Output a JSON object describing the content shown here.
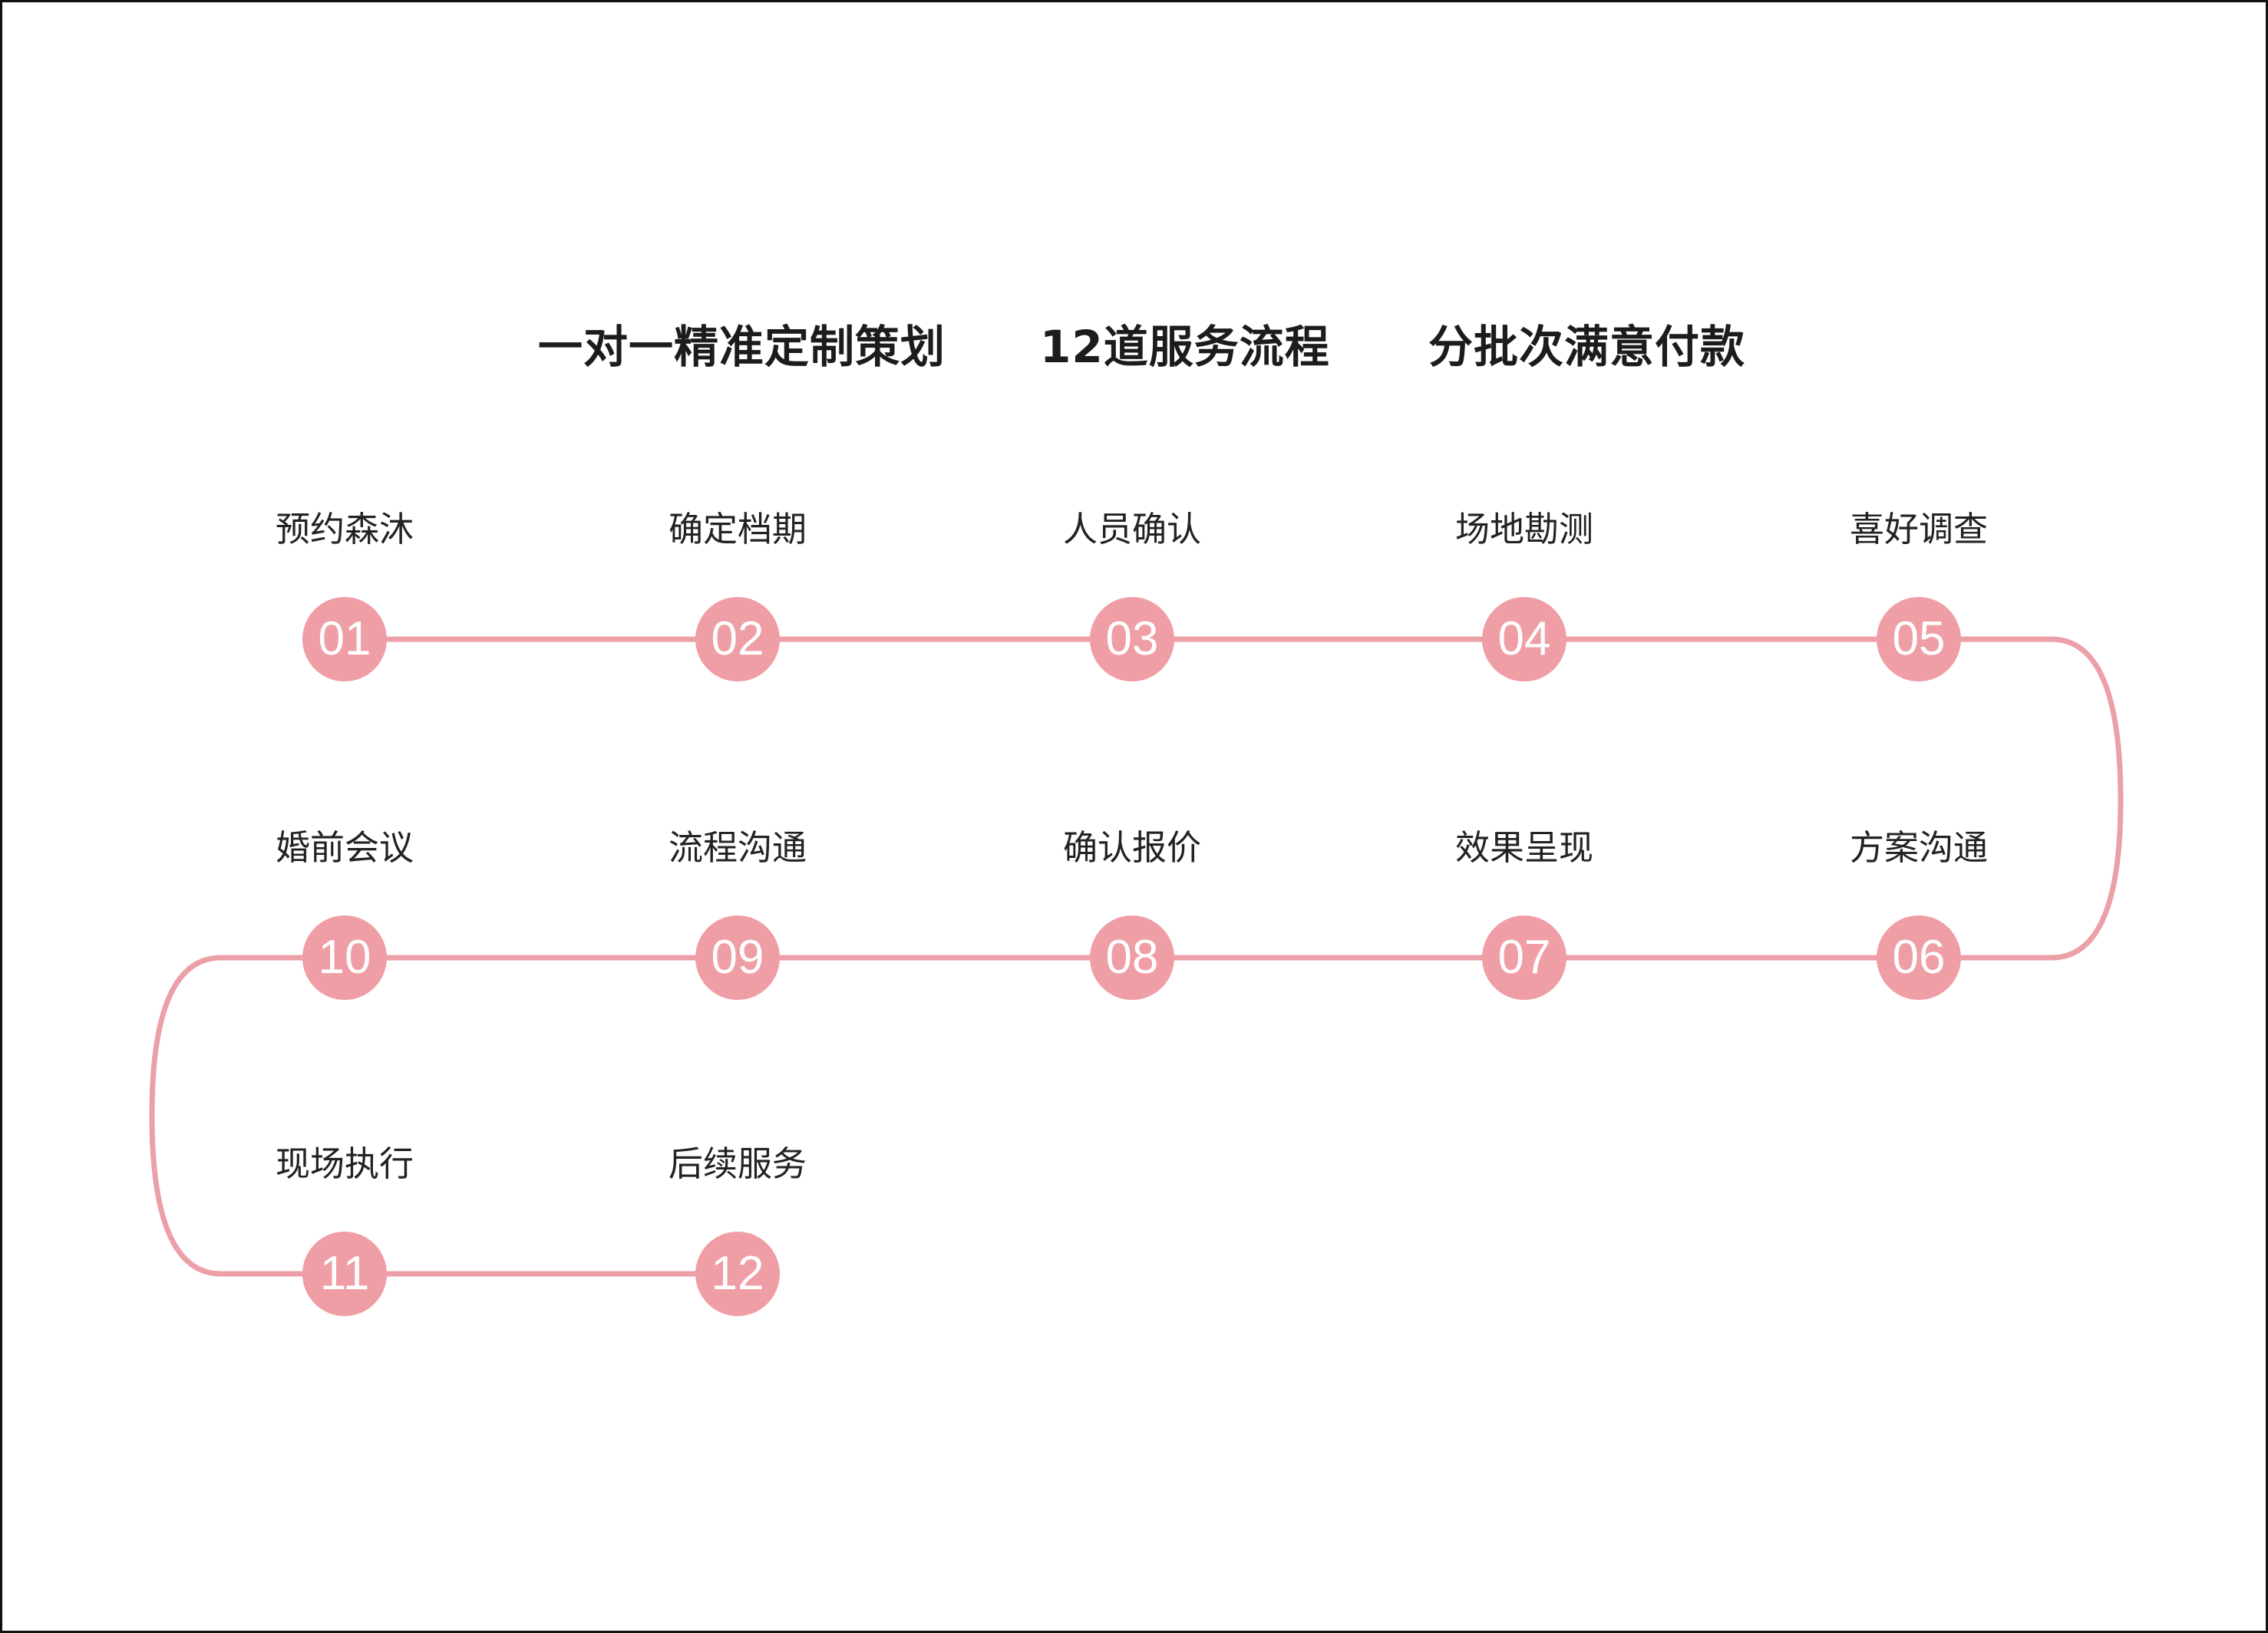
{
  "colors": {
    "accent": "#ef9ea5",
    "line": "#ec9fa6",
    "text": "#222222",
    "border": "#111111"
  },
  "headlines": [
    "一对一精准定制策划",
    "12道服务流程",
    "分批次满意付款"
  ],
  "steps": [
    {
      "num": "01",
      "label": "预约森沐"
    },
    {
      "num": "02",
      "label": "确定档期"
    },
    {
      "num": "03",
      "label": "人员确认"
    },
    {
      "num": "04",
      "label": "场地勘测"
    },
    {
      "num": "05",
      "label": "喜好调查"
    },
    {
      "num": "06",
      "label": "方案沟通"
    },
    {
      "num": "07",
      "label": "效果呈现"
    },
    {
      "num": "08",
      "label": "确认报价"
    },
    {
      "num": "09",
      "label": "流程沟通"
    },
    {
      "num": "10",
      "label": "婚前会议"
    },
    {
      "num": "11",
      "label": "现场执行"
    },
    {
      "num": "12",
      "label": "后续服务"
    }
  ]
}
